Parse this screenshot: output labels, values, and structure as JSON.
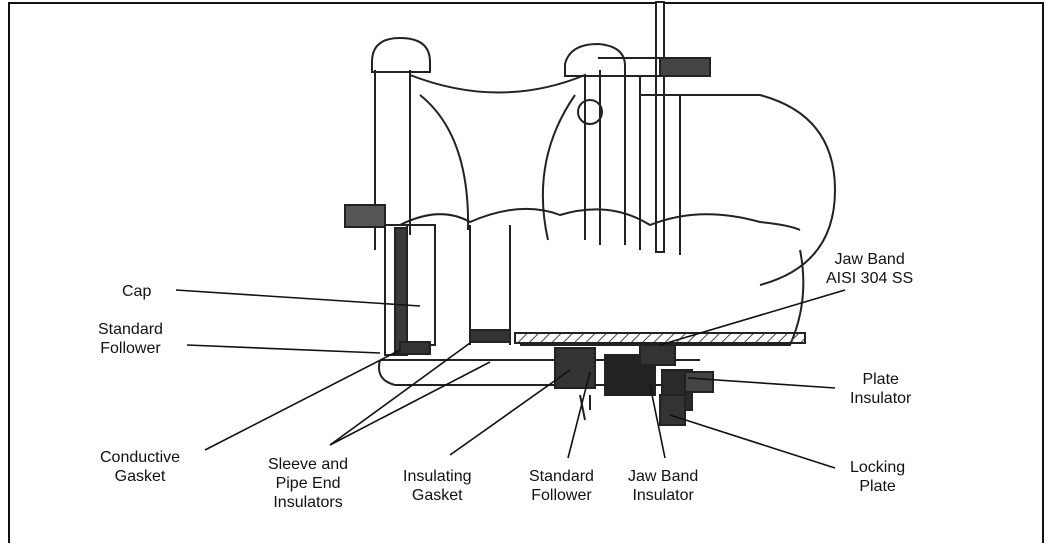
{
  "labels": {
    "cap": "Cap",
    "standard_follower_left": "Standard\nFollower",
    "conductive_gasket": "Conductive\nGasket",
    "sleeve_pipe_end": "Sleeve and\nPipe End\nInsulators",
    "insulating_gasket": "Insulating\nGasket",
    "standard_follower_bottom": "Standard\nFollower",
    "jaw_band_insulator": "Jaw Band\nInsulator",
    "jaw_band": "Jaw Band\nAISI 304 SS",
    "plate_insulator": "Plate\nInsulator",
    "locking_plate": "Locking\nPlate"
  },
  "colors": {
    "line": "#111111",
    "fill_dark": "#2b2b2b",
    "hatch": "#555555"
  }
}
